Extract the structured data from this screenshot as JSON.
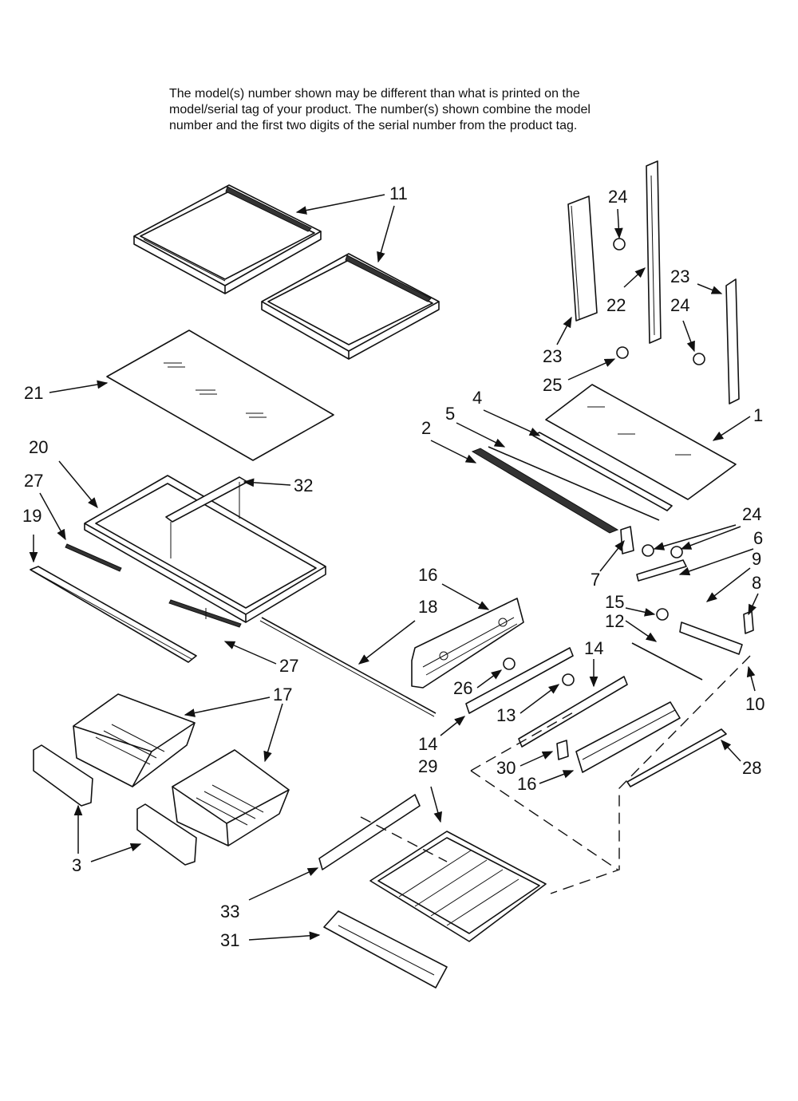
{
  "note": {
    "lines": [
      "The model(s) number shown may be different than what is printed on the",
      "model/serial tag of your product. The number(s) shown combine the model",
      "number and the first two digits of the serial number from the product tag."
    ]
  },
  "callouts": {
    "c1": "1",
    "c2": "2",
    "c3": "3",
    "c4": "4",
    "c5": "5",
    "c6": "6",
    "c7": "7",
    "c8": "8",
    "c9": "9",
    "c10": "10",
    "c11": "11",
    "c12": "12",
    "c13": "13",
    "c14a": "14",
    "c14b": "14",
    "c15": "15",
    "c16a": "16",
    "c16b": "16",
    "c17": "17",
    "c18": "18",
    "c19": "19",
    "c20": "20",
    "c21": "21",
    "c22": "22",
    "c23a": "23",
    "c23b": "23",
    "c24a": "24",
    "c24b": "24",
    "c24c": "24",
    "c25": "25",
    "c26": "26",
    "c27a": "27",
    "c27b": "27",
    "c28": "28",
    "c29": "29",
    "c30": "30",
    "c31": "31",
    "c32": "32",
    "c33": "33"
  }
}
